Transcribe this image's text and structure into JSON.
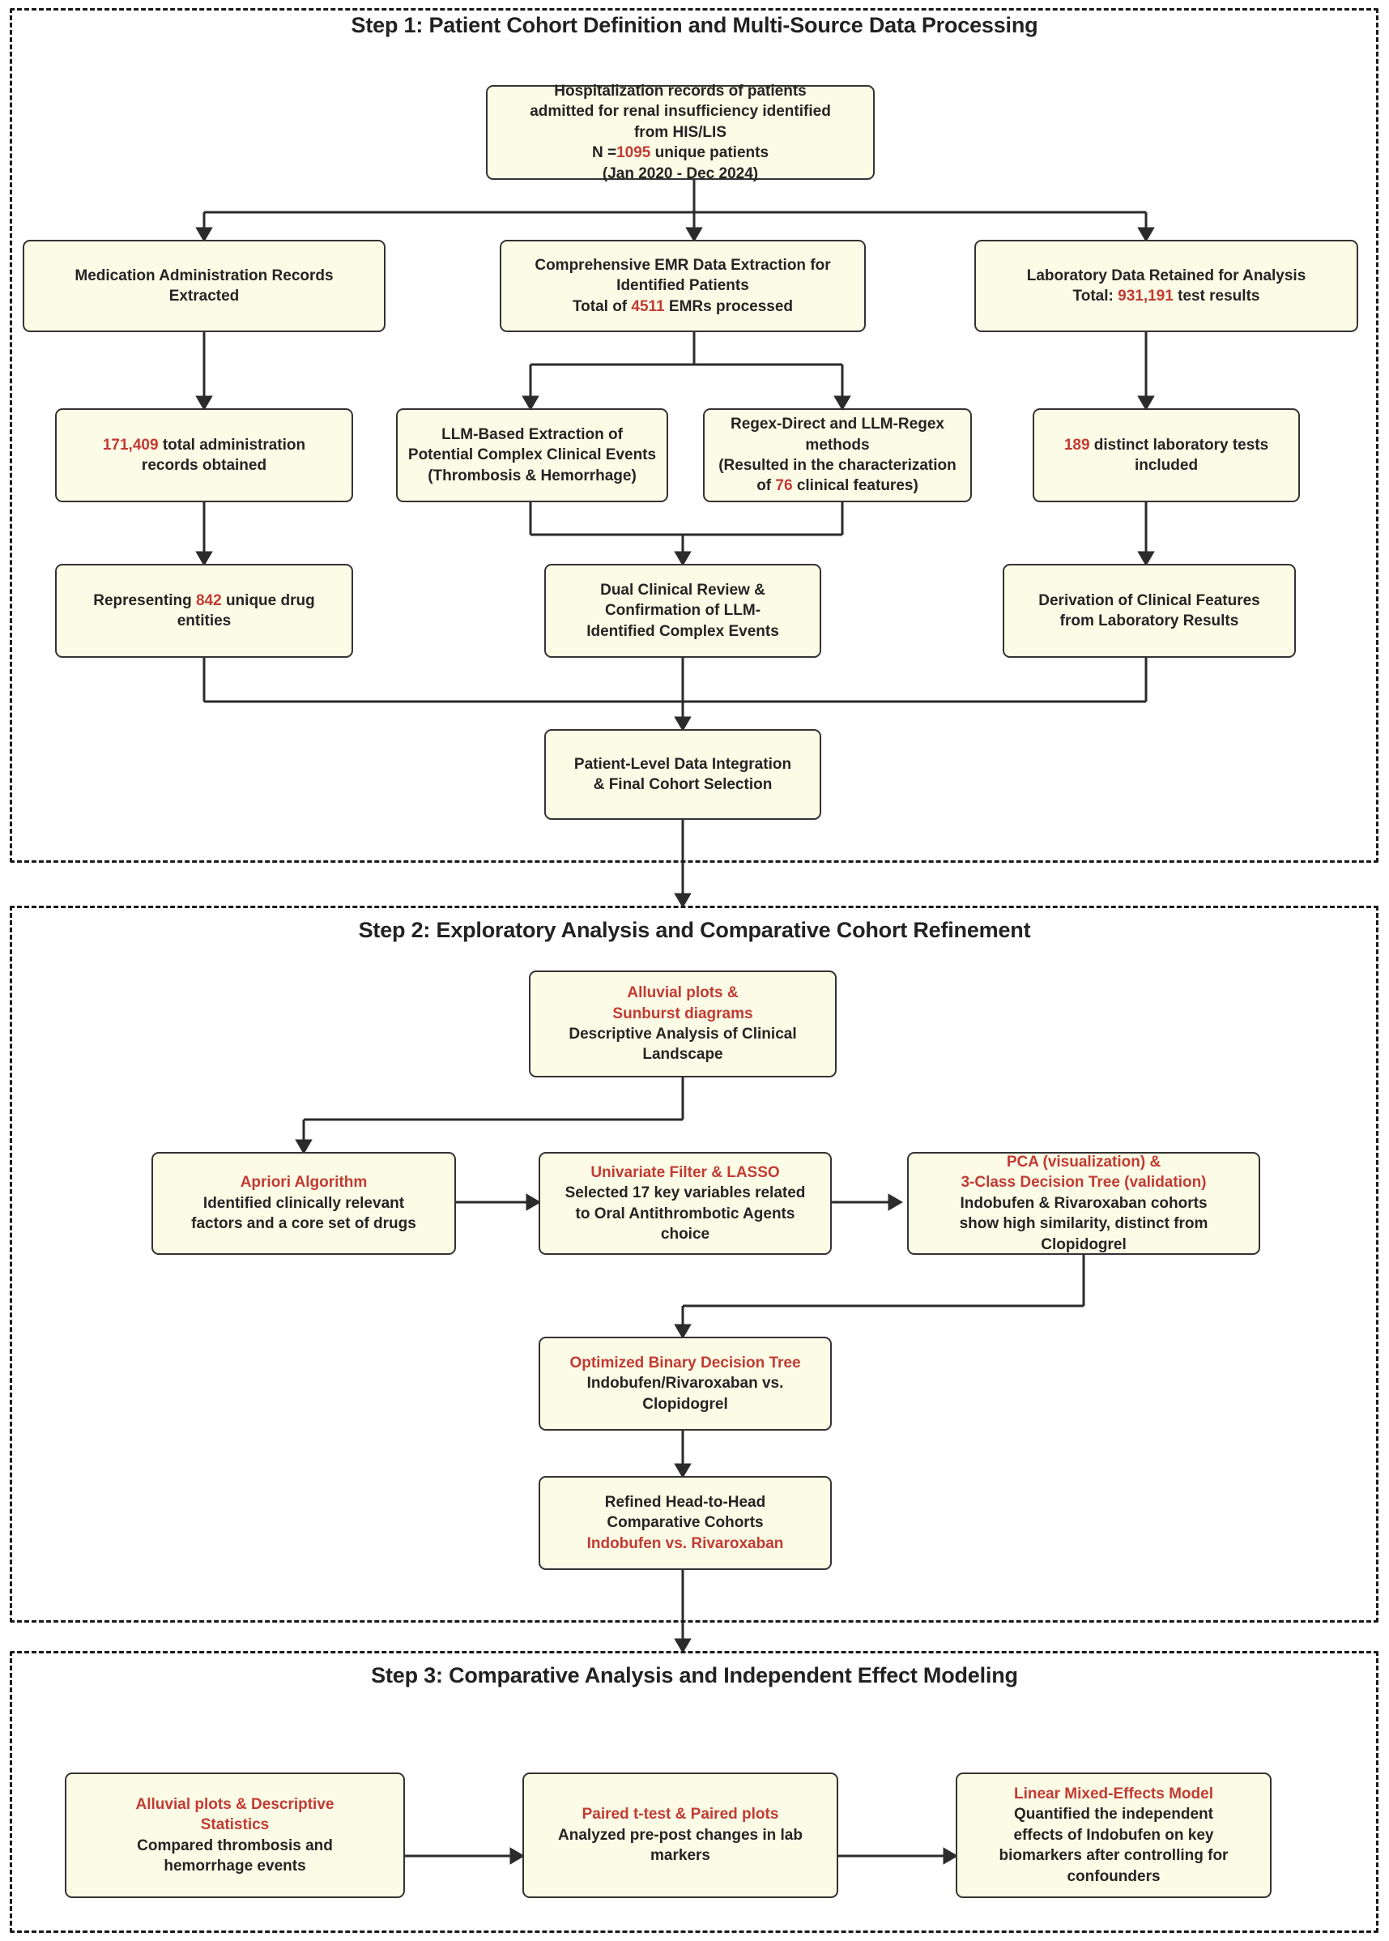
{
  "steps": [
    {
      "id": "step1",
      "title": "Step 1: Patient Cohort Definition and Multi-Source Data Processing"
    },
    {
      "id": "step2",
      "title": "Step 2: Exploratory Analysis and Comparative Cohort Refinement"
    },
    {
      "id": "step3",
      "title": "Step 3: Comparative Analysis and Independent Effect Modeling"
    }
  ],
  "nodes": {
    "s1_source": {
      "l1": "Hospitalization records of patients",
      "l2": "admitted for renal insufficiency identified",
      "l3": "from HIS/LIS",
      "l4_pre": "N =",
      "l4_num": "1095",
      "l4_post": " unique patients",
      "l5": "(Jan 2020 - Dec 2024)"
    },
    "s1_med": {
      "l1": "Medication Administration Records",
      "l2": "Extracted"
    },
    "s1_emr": {
      "l1": "Comprehensive EMR Data Extraction for",
      "l2": "Identified Patients",
      "l3_pre": "Total of ",
      "l3_num": "4511",
      "l3_post": " EMRs processed"
    },
    "s1_lab": {
      "l1": "Laboratory Data Retained for Analysis",
      "l2_pre": "Total: ",
      "l2_num": "931,191",
      "l2_post": " test results"
    },
    "s1_admin": {
      "l1_num": "171,409",
      "l1_post": " total administration",
      "l2": "records obtained"
    },
    "s1_llm": {
      "l1": "LLM-Based Extraction of",
      "l2": "Potential Complex Clinical Events",
      "l3": "(Thrombosis & Hemorrhage)"
    },
    "s1_regex": {
      "l1": "Regex-Direct and LLM-Regex",
      "l2": "methods",
      "l3": "(Resulted in the characterization",
      "l4_pre": "of ",
      "l4_num": "76",
      "l4_post": " clinical features)"
    },
    "s1_tests": {
      "l1_num": "189",
      "l1_post": " distinct laboratory tests",
      "l2": "included"
    },
    "s1_drugs": {
      "l1_pre": "Representing ",
      "l1_num": "842",
      "l1_post": " unique drug",
      "l2": "entities"
    },
    "s1_dual": {
      "l1": "Dual Clinical Review &",
      "l2": "Confirmation of LLM-",
      "l3": "Identified Complex Events"
    },
    "s1_deriv": {
      "l1": "Derivation of Clinical Features",
      "l2": "from Laboratory Results"
    },
    "s1_integration": {
      "l1": "Patient-Level Data Integration",
      "l2": "& Final Cohort Selection"
    },
    "s2_alluvial": {
      "r1": "Alluvial plots &",
      "r2": "Sunburst diagrams",
      "l1": "Descriptive Analysis of Clinical",
      "l2": "Landscape"
    },
    "s2_apriori": {
      "r1": "Apriori Algorithm",
      "l1": "Identified clinically relevant",
      "l2": "factors and a core set of drugs"
    },
    "s2_lasso": {
      "r1": "Univariate Filter & LASSO",
      "l1": "Selected 17 key variables related",
      "l2": "to Oral Antithrombotic Agents",
      "l3": "choice"
    },
    "s2_pca": {
      "r1": "PCA (visualization) &",
      "r2": "3-Class Decision Tree (validation)",
      "l1": "Indobufen & Rivaroxaban cohorts",
      "l2": "show high similarity, distinct from",
      "l3": "Clopidogrel"
    },
    "s2_tree": {
      "r1": "Optimized Binary Decision Tree",
      "l1": "Indobufen/Rivaroxaban vs.",
      "l2": "Clopidogrel"
    },
    "s2_refined": {
      "l1": "Refined Head-to-Head",
      "l2": "Comparative Cohorts",
      "r1": "Indobufen vs. Rivaroxaban"
    },
    "s3_alluvial": {
      "r1": "Alluvial plots & Descriptive",
      "r2": "Statistics",
      "l1": "Compared thrombosis and",
      "l2": "hemorrhage events"
    },
    "s3_ttest": {
      "r1": "Paired t-test & Paired plots",
      "l1": "Analyzed pre-post changes in lab",
      "l2": "markers"
    },
    "s3_lmm": {
      "r1": "Linear Mixed-Effects Model",
      "l1": "Quantified the independent",
      "l2": "effects of Indobufen on key",
      "l3": "biomarkers after controlling for",
      "l4": "confounders"
    }
  },
  "colors": {
    "highlight": "#c23b33",
    "node_fill": "#fbfbe6",
    "node_border": "#333333",
    "text": "#242424",
    "panel_border": "#1a1a1a"
  }
}
